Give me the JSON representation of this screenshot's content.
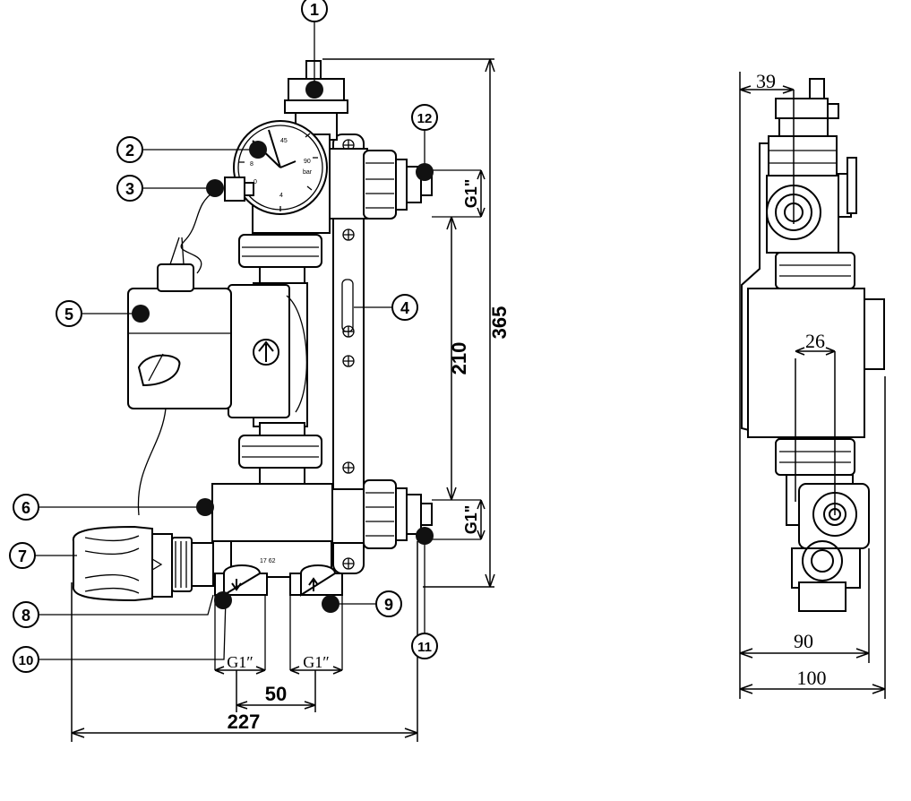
{
  "callouts": [
    {
      "num": "1"
    },
    {
      "num": "2"
    },
    {
      "num": "3"
    },
    {
      "num": "4"
    },
    {
      "num": "5"
    },
    {
      "num": "6"
    },
    {
      "num": "7"
    },
    {
      "num": "8"
    },
    {
      "num": "9"
    },
    {
      "num": "10"
    },
    {
      "num": "11"
    },
    {
      "num": "12"
    }
  ],
  "dimensions": {
    "total_height": "365",
    "port_spacing": "210",
    "total_width": "227",
    "bottom_spacing": "50",
    "side_offset_top": "39",
    "side_offset_mid": "26",
    "side_width_inner": "90",
    "side_width_outer": "100"
  },
  "threads": {
    "top_right": "G1\"",
    "bottom_right": "G1\"",
    "bottom_left": "G1″",
    "bottom_right_low": "G1″"
  },
  "gauge_labels": [
    "45",
    "90",
    "bar",
    "8",
    "0",
    "4"
  ],
  "block_label": "17 62"
}
